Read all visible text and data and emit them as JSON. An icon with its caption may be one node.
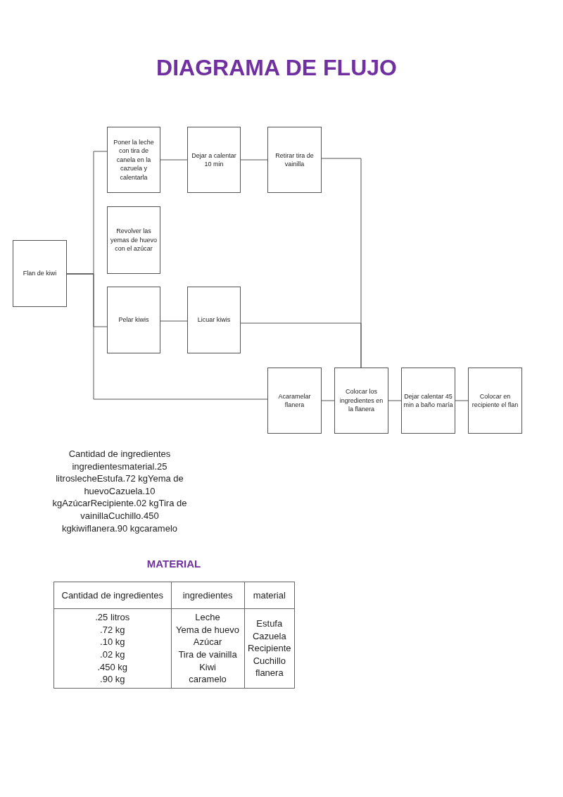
{
  "diagram": {
    "title": "DIAGRAMA DE FLUJO",
    "nodes": [
      {
        "text": [
          "Flan de kiwi"
        ]
      },
      {
        "text": [
          "Poner la leche con tira de canela en la cazuela y calentarla"
        ]
      },
      {
        "text": [
          "Dejar a calentar 10 min"
        ]
      },
      {
        "text": [
          "Retirar tira de vainilla"
        ]
      },
      {
        "text": [
          "Revolver las yemas de huevo con el azúcar"
        ]
      },
      {
        "text": [
          "Pelar kiwis"
        ]
      },
      {
        "text": [
          "Licuar kiwis"
        ]
      },
      {
        "text": [
          "Acaramelar flanera"
        ]
      },
      {
        "text": [
          "Colocar los ingredientes en la flanera"
        ]
      },
      {
        "text": [
          "Dejar calentar 45 min a baño maría"
        ]
      },
      {
        "text": [
          "Colocar en recipiente el flan"
        ]
      }
    ],
    "edges": [
      {
        "from": 0,
        "to": 1,
        "arrow": "none"
      },
      {
        "from": 0,
        "to": 5,
        "arrow": "none"
      },
      {
        "from": 0,
        "to": 7,
        "arrow": "none"
      },
      {
        "from": 1,
        "to": 2,
        "arrow": "none"
      },
      {
        "from": 2,
        "to": 3,
        "arrow": "none"
      },
      {
        "from": 3,
        "to": 8,
        "arrow": "none"
      },
      {
        "from": 5,
        "to": 6,
        "arrow": "none"
      },
      {
        "from": 6,
        "to": 8,
        "arrow": "none"
      },
      {
        "from": 7,
        "to": 8,
        "arrow": "none"
      },
      {
        "from": 8,
        "to": 9,
        "arrow": "none"
      },
      {
        "from": 9,
        "to": 10,
        "arrow": "none"
      }
    ],
    "labels": [
      "Cantidad de ingredientes ingredientesmaterial.25 litroslecheEstufa.72 kgYema de huevoCazuela.10 kgAzúcarRecipiente.02 kgTira de vainillaCuchillo.450 kgkiwiflanera.90 kgcaramelo",
      "MATERIAL",
      "Cantidad de ingredientes",
      "ingredientes",
      "material",
      ".25 litros",
      ".72 kg",
      ".10 kg",
      ".02 kg",
      ".450 kg",
      ".90 kg",
      "Leche",
      "Yema de huevo",
      "Azúcar",
      "Tira de vainilla",
      "Kiwi",
      "caramelo",
      "Estufa",
      "Cazuela",
      "Recipiente",
      "Cuchillo",
      "flanera"
    ]
  }
}
